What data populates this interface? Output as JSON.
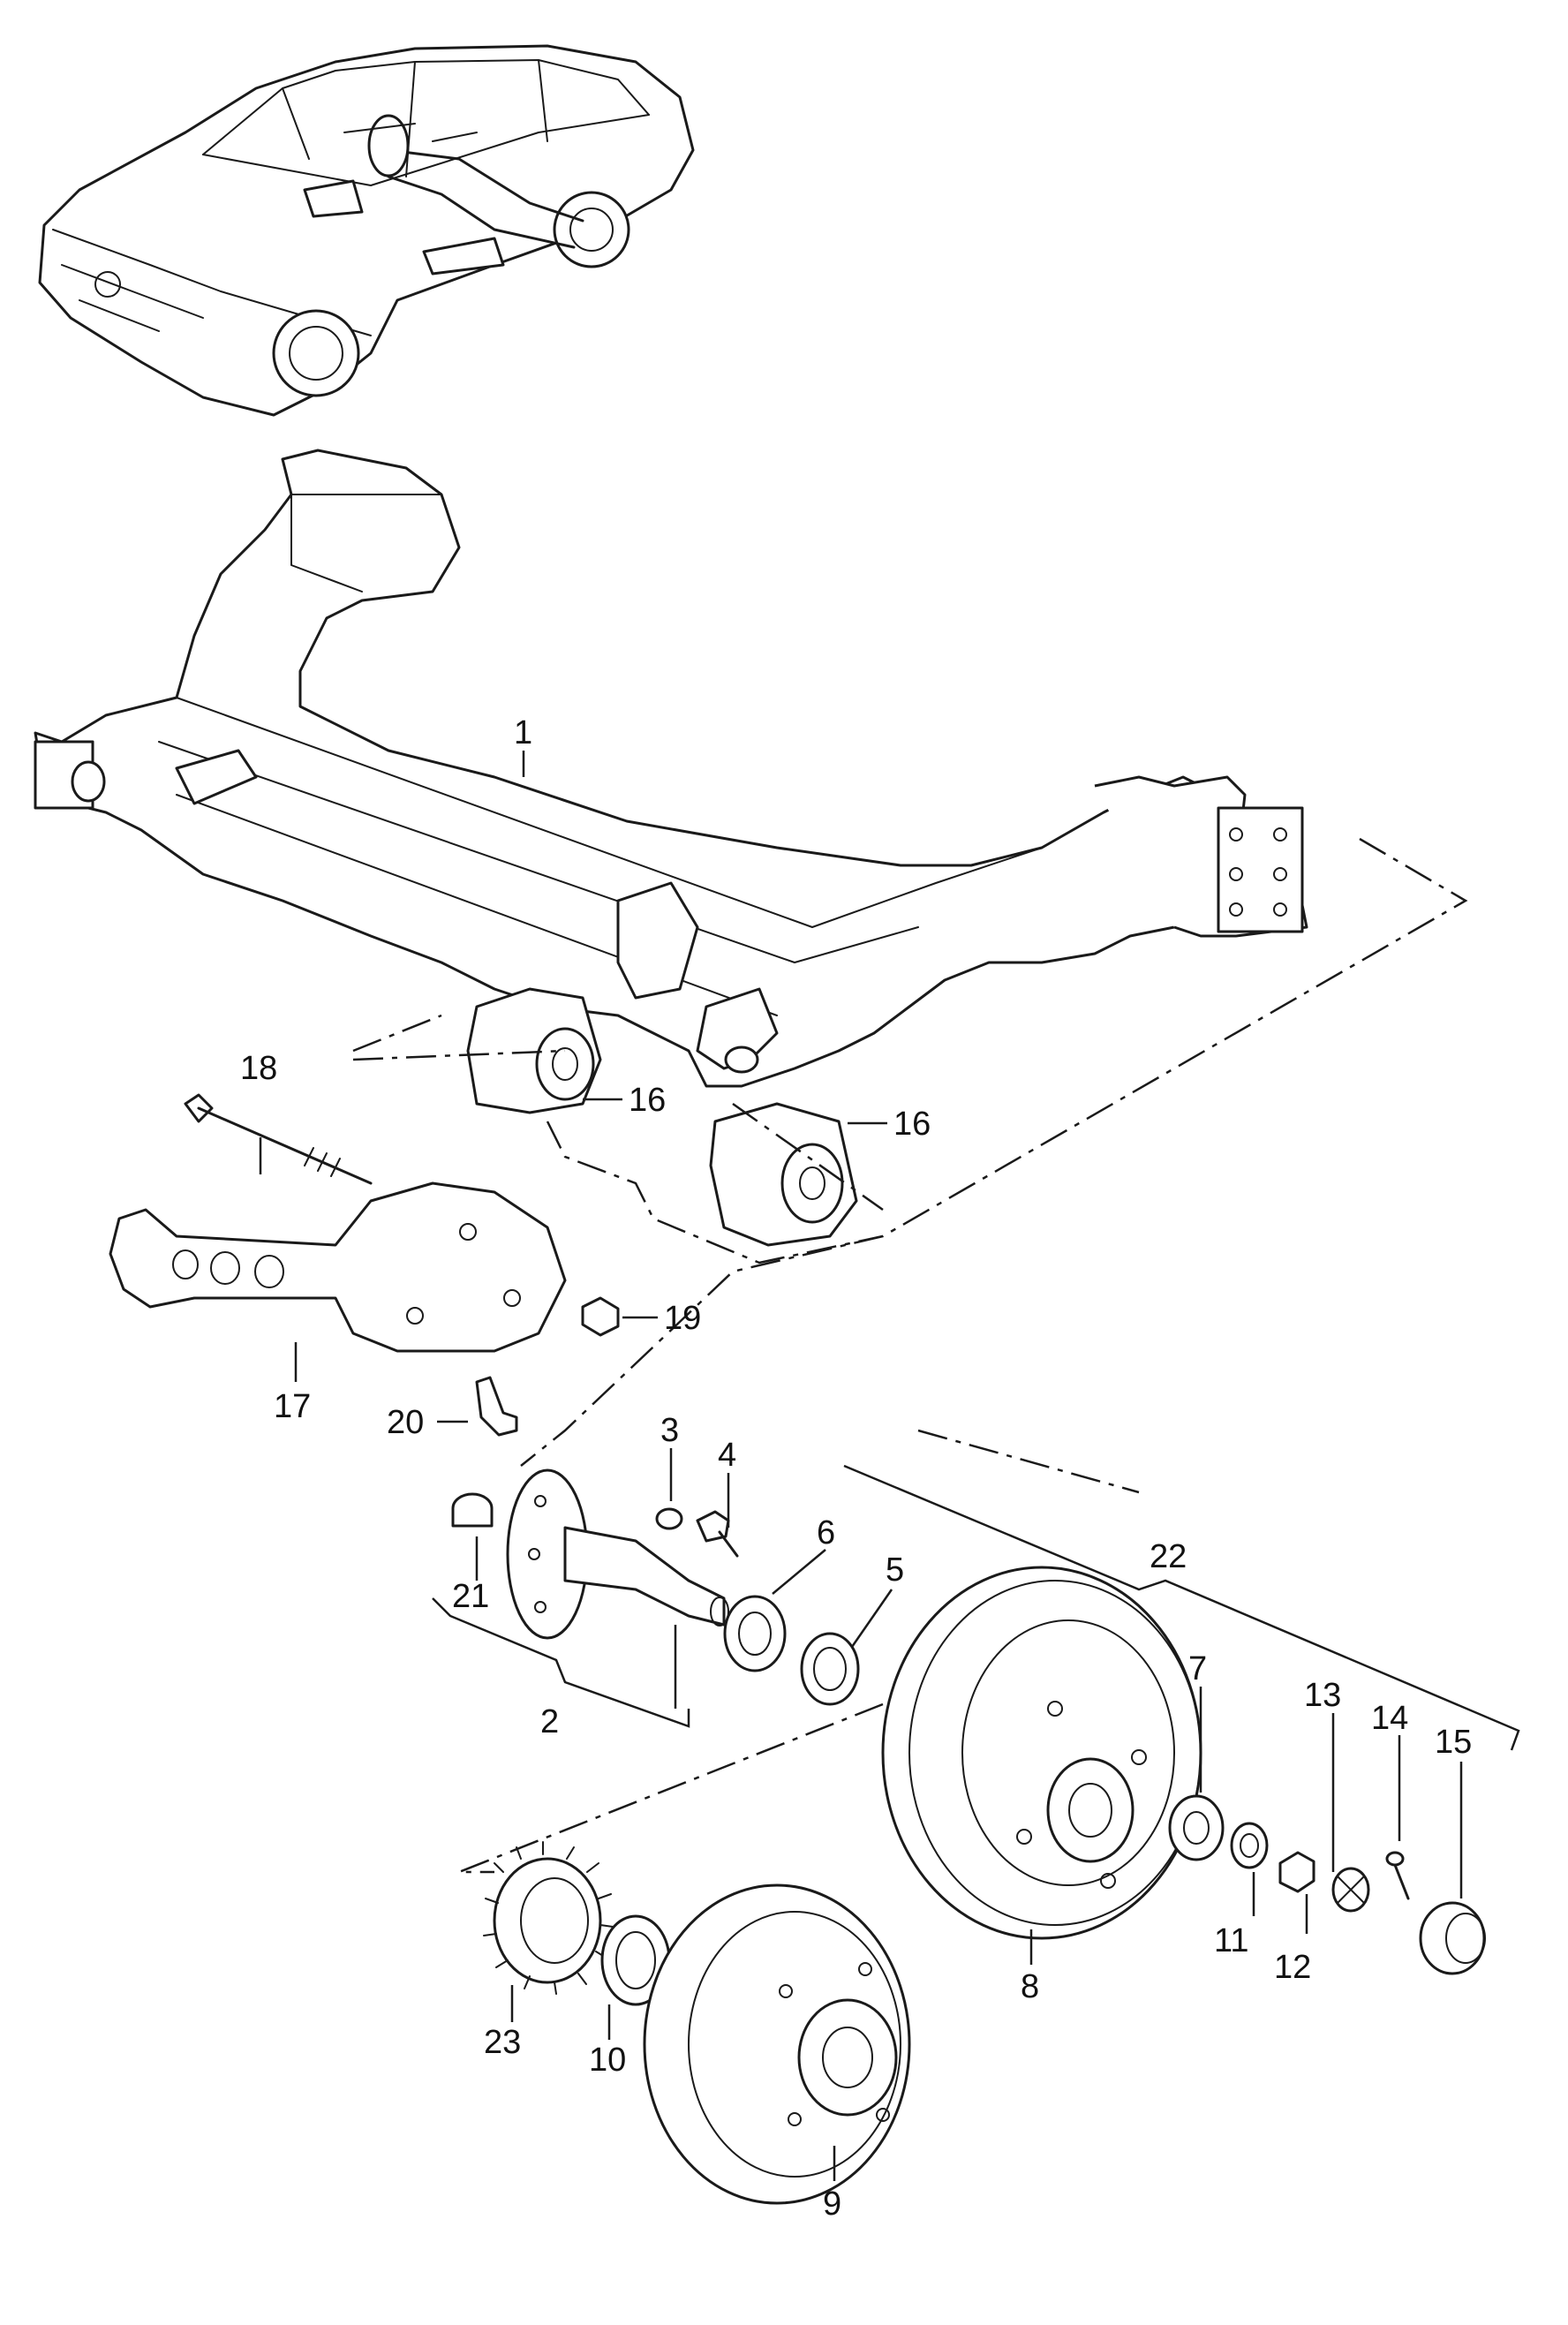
{
  "part_labels": [
    {
      "id": "p1",
      "text": "1"
    },
    {
      "id": "p2",
      "text": "2"
    },
    {
      "id": "p3",
      "text": "3"
    },
    {
      "id": "p4",
      "text": "4"
    },
    {
      "id": "p5",
      "text": "5"
    },
    {
      "id": "p6",
      "text": "6"
    },
    {
      "id": "p7",
      "text": "7"
    },
    {
      "id": "p8",
      "text": "8"
    },
    {
      "id": "p9",
      "text": "9"
    },
    {
      "id": "p10",
      "text": "10"
    },
    {
      "id": "p11",
      "text": "11"
    },
    {
      "id": "p12",
      "text": "12"
    },
    {
      "id": "p13",
      "text": "13"
    },
    {
      "id": "p14",
      "text": "14"
    },
    {
      "id": "p15",
      "text": "15"
    },
    {
      "id": "p16a",
      "text": "16"
    },
    {
      "id": "p16b",
      "text": "16"
    },
    {
      "id": "p17",
      "text": "17"
    },
    {
      "id": "p18",
      "text": "18"
    },
    {
      "id": "p19",
      "text": "19"
    },
    {
      "id": "p20",
      "text": "20"
    },
    {
      "id": "p21",
      "text": "21"
    },
    {
      "id": "p22",
      "text": "22"
    },
    {
      "id": "p23",
      "text": "23"
    }
  ],
  "colors": {
    "line": "#1a1a1a",
    "background": "#ffffff"
  }
}
